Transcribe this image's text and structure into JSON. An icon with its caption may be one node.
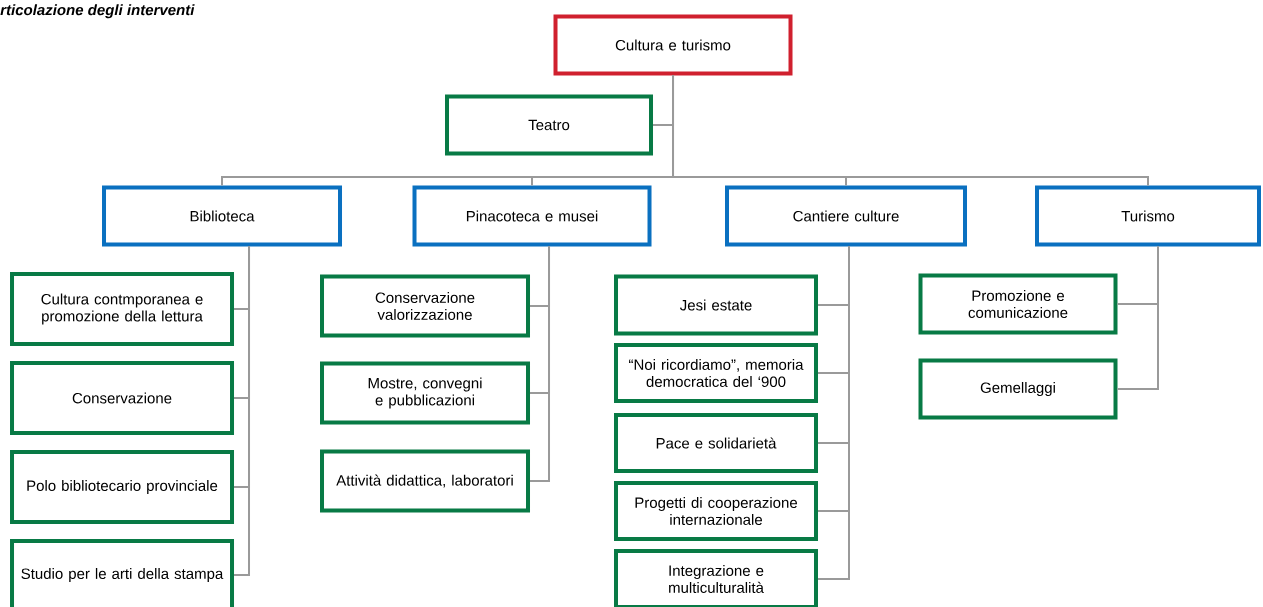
{
  "diagram": {
    "title": "rticolazione degli interventi",
    "nodes": [
      {
        "text": [
          "Cultura e turismo"
        ]
      },
      {
        "text": [
          "Teatro"
        ]
      },
      {
        "text": [
          "Biblioteca"
        ]
      },
      {
        "text": [
          "Pinacoteca e musei"
        ]
      },
      {
        "text": [
          "Cantiere culture"
        ]
      },
      {
        "text": [
          "Turismo"
        ]
      },
      {
        "text": [
          "Cultura contmporanea e promozione della lettura"
        ]
      },
      {
        "text": [
          "Conservazione"
        ]
      },
      {
        "text": [
          "Polo bibliotecario provinciale"
        ]
      },
      {
        "text": [
          "Studio per le arti della stampa"
        ]
      },
      {
        "text": [
          "Conservazione valorizzazione"
        ]
      },
      {
        "text": [
          "Mostre, convegni e pubblicazioni"
        ]
      },
      {
        "text": [
          "Attività didattica, laboratori"
        ]
      },
      {
        "text": [
          "Jesi estate"
        ]
      },
      {
        "text": [
          "“Noi ricordiamo”, memoria democratica del ‘900"
        ]
      },
      {
        "text": [
          "Pace e solidarietà"
        ]
      },
      {
        "text": [
          "Progetti di cooperazione internazionale"
        ]
      },
      {
        "text": [
          "Integrazione e multiculturalità"
        ]
      },
      {
        "text": [
          "Promozione e comunicazione"
        ]
      },
      {
        "text": [
          "Gemellaggi"
        ]
      }
    ],
    "edges": [
      {
        "from": 0,
        "to": 1,
        "arrow": "none"
      },
      {
        "from": 0,
        "to": 2,
        "arrow": "none"
      },
      {
        "from": 0,
        "to": 3,
        "arrow": "none"
      },
      {
        "from": 0,
        "to": 4,
        "arrow": "none"
      },
      {
        "from": 0,
        "to": 5,
        "arrow": "none"
      },
      {
        "from": 2,
        "to": 6,
        "arrow": "none"
      },
      {
        "from": 2,
        "to": 7,
        "arrow": "none"
      },
      {
        "from": 2,
        "to": 8,
        "arrow": "none"
      },
      {
        "from": 2,
        "to": 9,
        "arrow": "none"
      },
      {
        "from": 3,
        "to": 10,
        "arrow": "none"
      },
      {
        "from": 3,
        "to": 11,
        "arrow": "none"
      },
      {
        "from": 3,
        "to": 12,
        "arrow": "none"
      },
      {
        "from": 4,
        "to": 13,
        "arrow": "none"
      },
      {
        "from": 4,
        "to": 14,
        "arrow": "none"
      },
      {
        "from": 4,
        "to": 15,
        "arrow": "none"
      },
      {
        "from": 4,
        "to": 16,
        "arrow": "none"
      },
      {
        "from": 4,
        "to": 17,
        "arrow": "none"
      },
      {
        "from": 5,
        "to": 18,
        "arrow": "none"
      },
      {
        "from": 5,
        "to": 19,
        "arrow": "none"
      }
    ]
  }
}
